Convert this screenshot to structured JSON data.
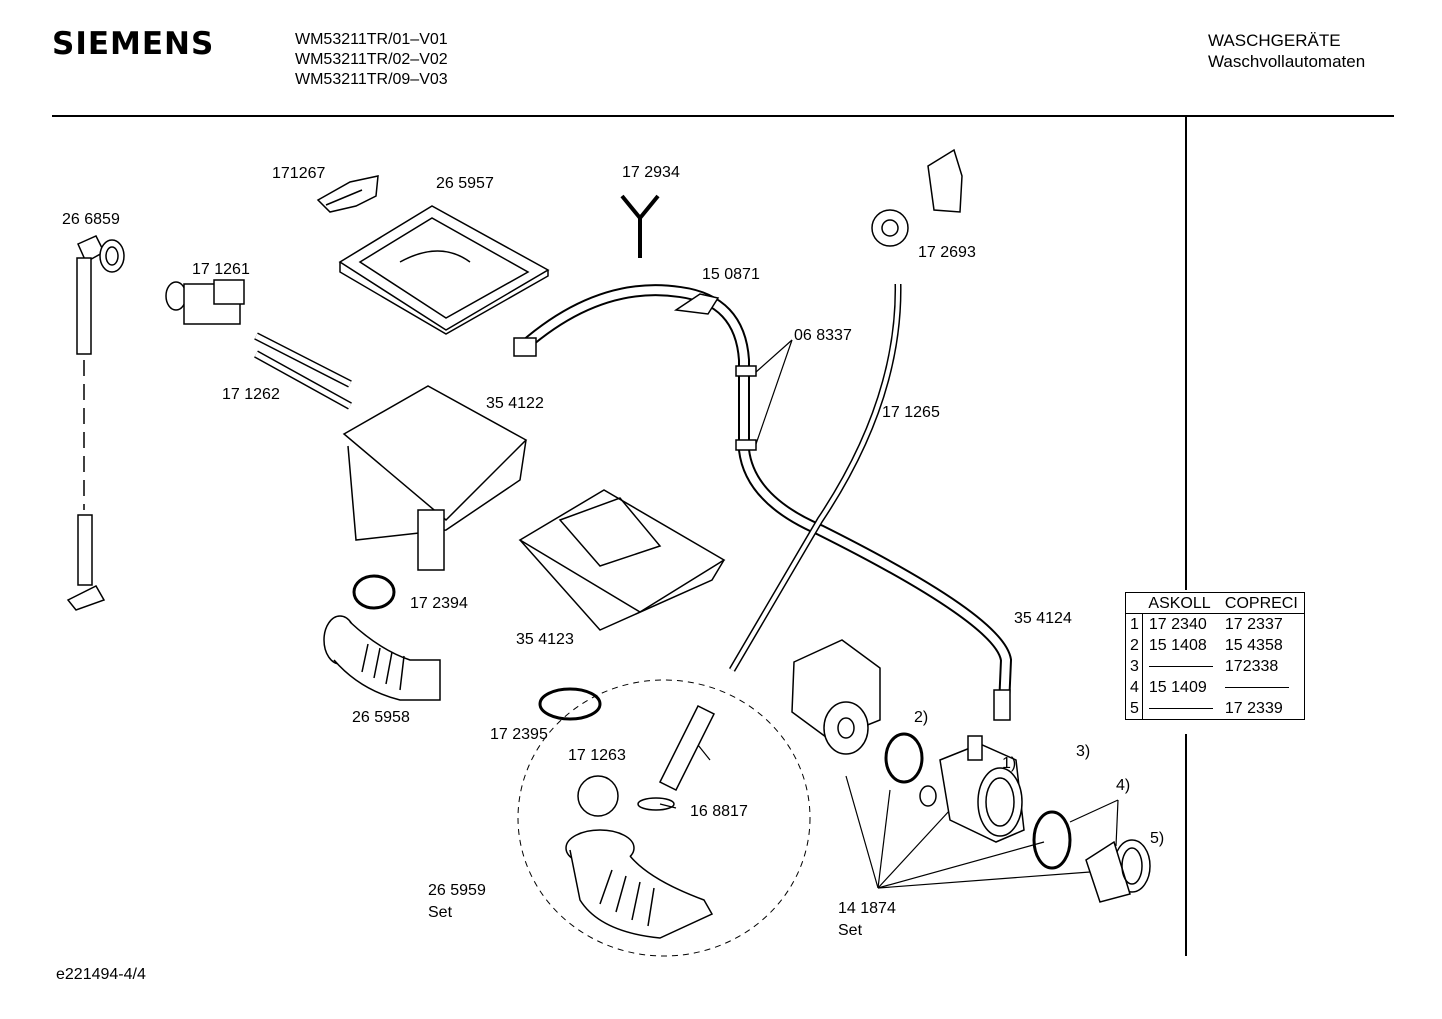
{
  "header": {
    "brand": "SIEMENS",
    "models": [
      "WM53211TR/01–V01",
      "WM53211TR/02–V02",
      "WM53211TR/09–V03"
    ],
    "category_line1": "WASCHGERÄTE",
    "category_line2": "Waschvollautomaten"
  },
  "labels": {
    "p266859": "26 6859",
    "p171267": "171267",
    "p265957": "26 5957",
    "p172934": "17 2934",
    "p172693": "17 2693",
    "p171261": "17 1261",
    "p150871": "15 0871",
    "p068337": "06 8337",
    "p171262": "17 1262",
    "p354122": "35 4122",
    "p171265": "17 1265",
    "p172394": "17 2394",
    "p354123": "35 4123",
    "p354124": "35 4124",
    "p265958": "26 5958",
    "p172395": "17 2395",
    "p171263": "17 1263",
    "p168817": "16 8817",
    "p265959": "26 5959",
    "p265959_set": "Set",
    "p141874": "14 1874",
    "p141874_set": "Set",
    "n1": "1)",
    "n2": "2)",
    "n3": "3)",
    "n4": "4)",
    "n5": "5)"
  },
  "parts_table": {
    "headers": [
      "ASKOLL",
      "COPRECI"
    ],
    "rows": [
      {
        "idx": "1",
        "askoll": "17 2340",
        "copreci": "17 2337"
      },
      {
        "idx": "2",
        "askoll": "15 1408",
        "copreci": "15 4358"
      },
      {
        "idx": "3",
        "askoll": "",
        "copreci": "172338"
      },
      {
        "idx": "4",
        "askoll": "15 1409",
        "copreci": ""
      },
      {
        "idx": "5",
        "askoll": "",
        "copreci": "17 2339"
      }
    ]
  },
  "footer": {
    "code": "e221494-4/4"
  }
}
